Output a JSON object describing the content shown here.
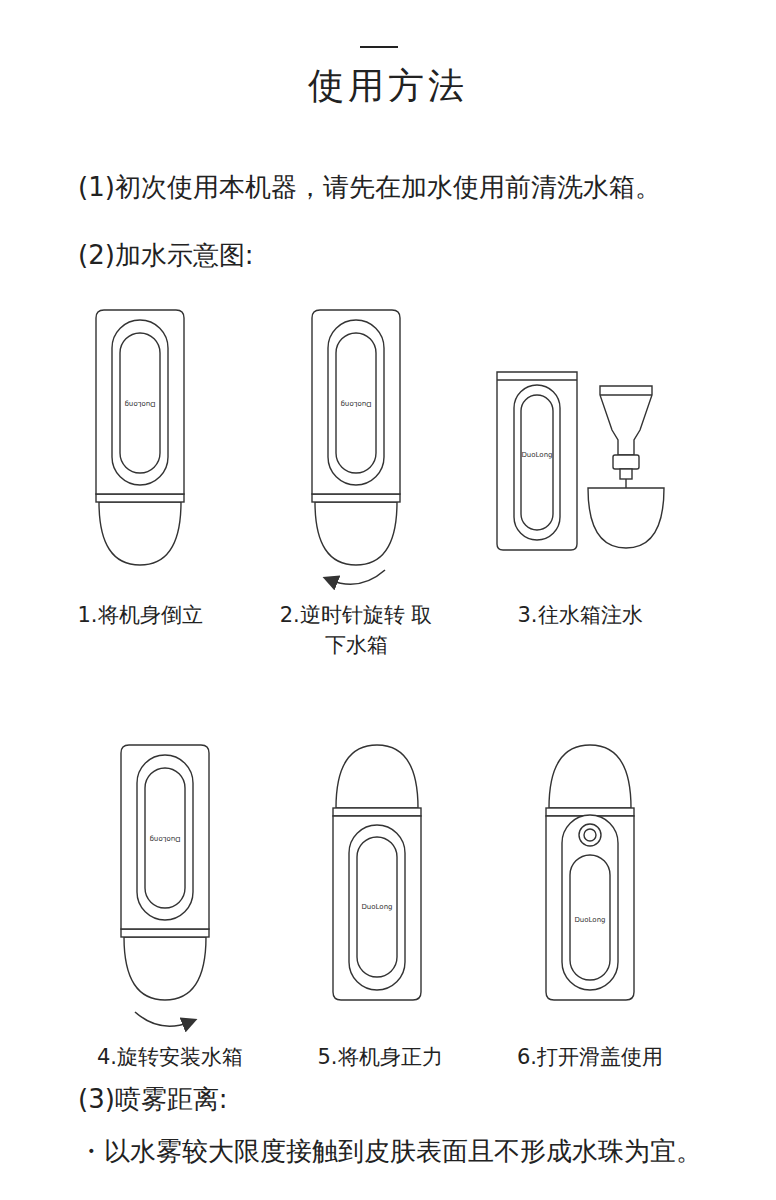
{
  "diagram": {
    "title": "使用方法",
    "labels": [
      "(1)初次使用本机器，请先在加水使用前清洗水箱。",
      "(2)加水示意图:",
      "1.将机身倒立",
      "2.逆时针旋转 取下水箱",
      "3.往水箱注水",
      "4.旋转安装水箱",
      "5.将机身正力",
      "6.打开滑盖使用",
      "(3)喷雾距离:",
      "・以水雾较大限度接触到皮肤表面且不形成水珠为宜。",
      "DuoLong",
      "DuoLong",
      "DuoLong",
      "DuoLong",
      "DuoLong",
      "DuoLong"
    ]
  }
}
